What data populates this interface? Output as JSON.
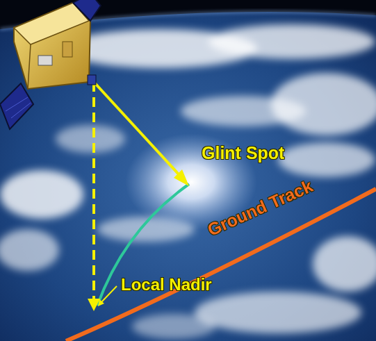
{
  "diagram": {
    "labels": [
      "Glint Spot",
      "Ground Track",
      "Local Nadir"
    ]
  }
}
